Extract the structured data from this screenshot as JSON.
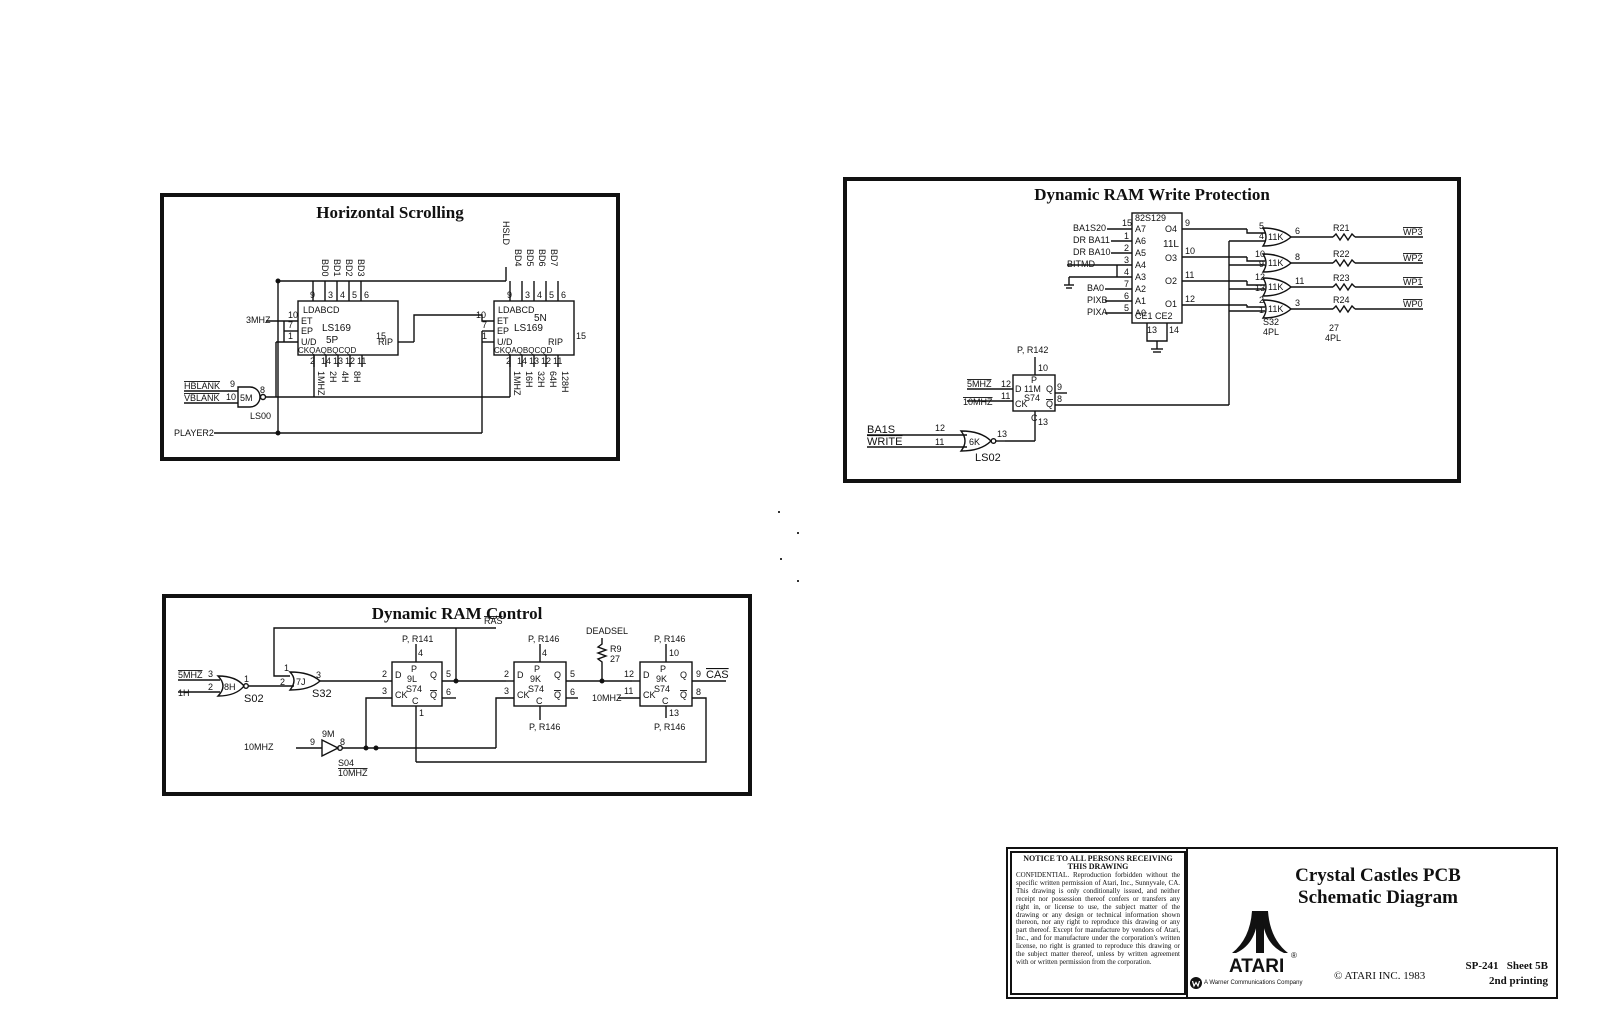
{
  "panels": {
    "horizontal_scrolling": {
      "title": "Horizontal Scrolling",
      "chip_a": {
        "type": "LS169",
        "ref": "5P",
        "top": "LDABCD",
        "bottom": "CKQAQBQCQD",
        "left_pins": [
          "ET",
          "EP",
          "U/D"
        ],
        "right": "RIP"
      },
      "chip_b": {
        "type": "LS169",
        "ref": "5N",
        "top": "LDABCD",
        "bottom": "CKQAQBQCQD",
        "left_pins": [
          "ET",
          "EP",
          "U/D"
        ],
        "right": "RIP"
      },
      "data_a": [
        "BD0",
        "BD1",
        "BD2",
        "BD3"
      ],
      "data_b": [
        "HSLD",
        "BD4",
        "BD5",
        "BD6",
        "BD7"
      ],
      "outputs_a": [
        "1MHZ",
        "2H",
        "4H",
        "8H"
      ],
      "outputs_b": [
        "1MHZ",
        "16H",
        "32H",
        "64H",
        "128H"
      ],
      "nums": {
        "p9": "9",
        "p3": "3",
        "p4": "4",
        "p5": "5",
        "p6": "6",
        "p10": "10",
        "p7": "7",
        "p1": "1",
        "p15": "15",
        "p2": "2",
        "p14": "14",
        "p13": "13",
        "p12": "12",
        "p11": "11",
        "p8": "8"
      },
      "signals": {
        "clk": "3MHZ",
        "hblank": "HBLANK",
        "vblank": "VBLANK",
        "player2": "PLAYER2",
        "gate": "5M",
        "gate_type": "LS00"
      }
    },
    "dram_control": {
      "title": "Dynamic RAM Control",
      "signals": {
        "in1": "5MHZ",
        "in2": "1H",
        "clk": "10MHZ",
        "clk_bar": "10MHZ",
        "ras": "RAS",
        "cas": "CAS",
        "deadsel": "DEADSEL",
        "res": "R9",
        "res_v": "27"
      },
      "gates": {
        "g1": "8H",
        "g1t": "S02",
        "g2": "7J",
        "g2t": "S32",
        "inv": "9M",
        "invt": "S04"
      },
      "flops": [
        {
          "ref": "9L",
          "type": "S74",
          "pr": "P, R141",
          "c": "C"
        },
        {
          "ref": "9K",
          "type": "S74",
          "pr": "P, R146",
          "c": "C",
          "pc": "P, R146"
        },
        {
          "ref": "9K",
          "type": "S74",
          "pr": "P, R146",
          "c": "C",
          "pc": "P, R146"
        }
      ],
      "pins": {
        "n1": "1",
        "n2": "2",
        "n3": "3",
        "n4": "4",
        "n5": "5",
        "n6": "6",
        "n8": "8",
        "n9": "9",
        "n10": "10",
        "n11": "11",
        "n12": "12",
        "n13": "13"
      },
      "labels": {
        "d": "D",
        "ck": "CK",
        "q": "Q",
        "qb": "Q",
        "p": "P",
        "c": "C"
      }
    },
    "dram_write_protection": {
      "title": "Dynamic RAM Write Protection",
      "prom": {
        "type": "82S129",
        "ref": "11L",
        "inputs": [
          "A7",
          "A6",
          "A5",
          "A4",
          "A3",
          "A2",
          "A1",
          "A0"
        ],
        "outputs": [
          "O4",
          "O3",
          "O2",
          "O1"
        ],
        "enable": "CE1 CE2"
      },
      "prom_signals": [
        "BA1S20",
        "DR BA11",
        "DR BA10",
        "BITMD",
        "",
        "BA0",
        "PIXB",
        "PIXA"
      ],
      "prom_pins": [
        "15",
        "1",
        "2",
        "3",
        "4",
        "7",
        "6",
        "5"
      ],
      "out_pins": [
        "9",
        "10",
        "11",
        "12"
      ],
      "gates": [
        {
          "ref": "11K",
          "in": [
            "5",
            "4"
          ],
          "out": "6",
          "res": "R21",
          "sig": "WP3"
        },
        {
          "ref": "11K",
          "in": [
            "10",
            "9"
          ],
          "out": "8",
          "res": "R22",
          "sig": "WP2"
        },
        {
          "ref": "11K",
          "in": [
            "12",
            "13"
          ],
          "out": "11",
          "res": "R23",
          "sig": "WP1"
        },
        {
          "ref": "11K",
          "in": [
            "2",
            "1"
          ],
          "out": "3",
          "res": "R24",
          "sig": "WP0"
        }
      ],
      "gate_type": "S32",
      "gate_loc": "4PL",
      "res_val": "27",
      "res_loc": "4PL",
      "flop": {
        "pr": "P, R142",
        "ref": "11M",
        "type": "S74",
        "p": "P",
        "d": "D",
        "q": "Q",
        "ck": "CK",
        "qb": "Q",
        "c": "C"
      },
      "flop_pins": {
        "p10": "10",
        "p12": "12",
        "p11": "11",
        "p9": "9",
        "p8": "8",
        "p13": "13",
        "p13b": "13",
        "p14": "14"
      },
      "signals": {
        "clk5": "5MHZ",
        "clk10": "10MHZ",
        "bais": "BA1S",
        "write": "WRITE",
        "nor": "6K",
        "nor_type": "LS02",
        "n12": "12",
        "n11": "11",
        "n13": "13"
      }
    }
  },
  "title_block": {
    "notice_heading": "NOTICE TO ALL PERSONS RECEIVING THIS DRAWING",
    "notice_body": "CONFIDENTIAL. Reproduction forbidden without the specific written permission of Atari, Inc., Sunnyvale, CA. This drawing is only conditionally issued, and neither receipt nor possession thereof confers or transfers any right in, or license to use, the subject matter of the drawing or any design or technical information shown thereon, nor any right to reproduce this drawing or any part thereof. Except for manufacture by vendors of Atari, Inc., and for manufacture under the corporation's written license, no right is granted to reproduce this drawing or the subject matter thereof, unless by written agreement with or written permission from the corporation.",
    "title_line1": "Crystal Castles PCB",
    "title_line2": "Schematic Diagram",
    "brand": "ATARI",
    "registered": "®",
    "parent_company": "A Warner Communications Company",
    "copyright": "© ATARI INC. 1983",
    "sheet": "SP-241   Sheet 5B",
    "printing": "2nd printing"
  }
}
